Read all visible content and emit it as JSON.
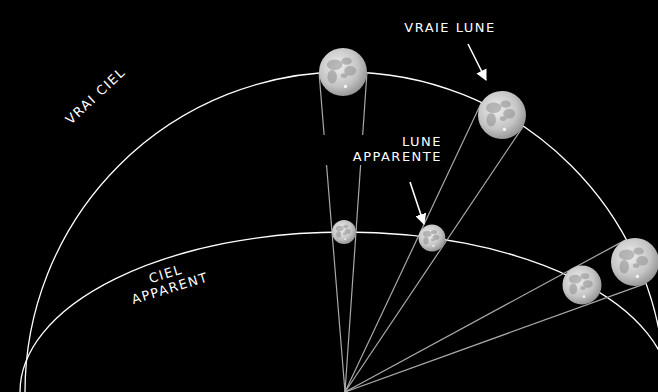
{
  "diagram": {
    "labels": [
      "VRAIE LUNE",
      "LUNE APPARENTE",
      "VRAI CIEL",
      "CIEL APPARENT"
    ]
  }
}
